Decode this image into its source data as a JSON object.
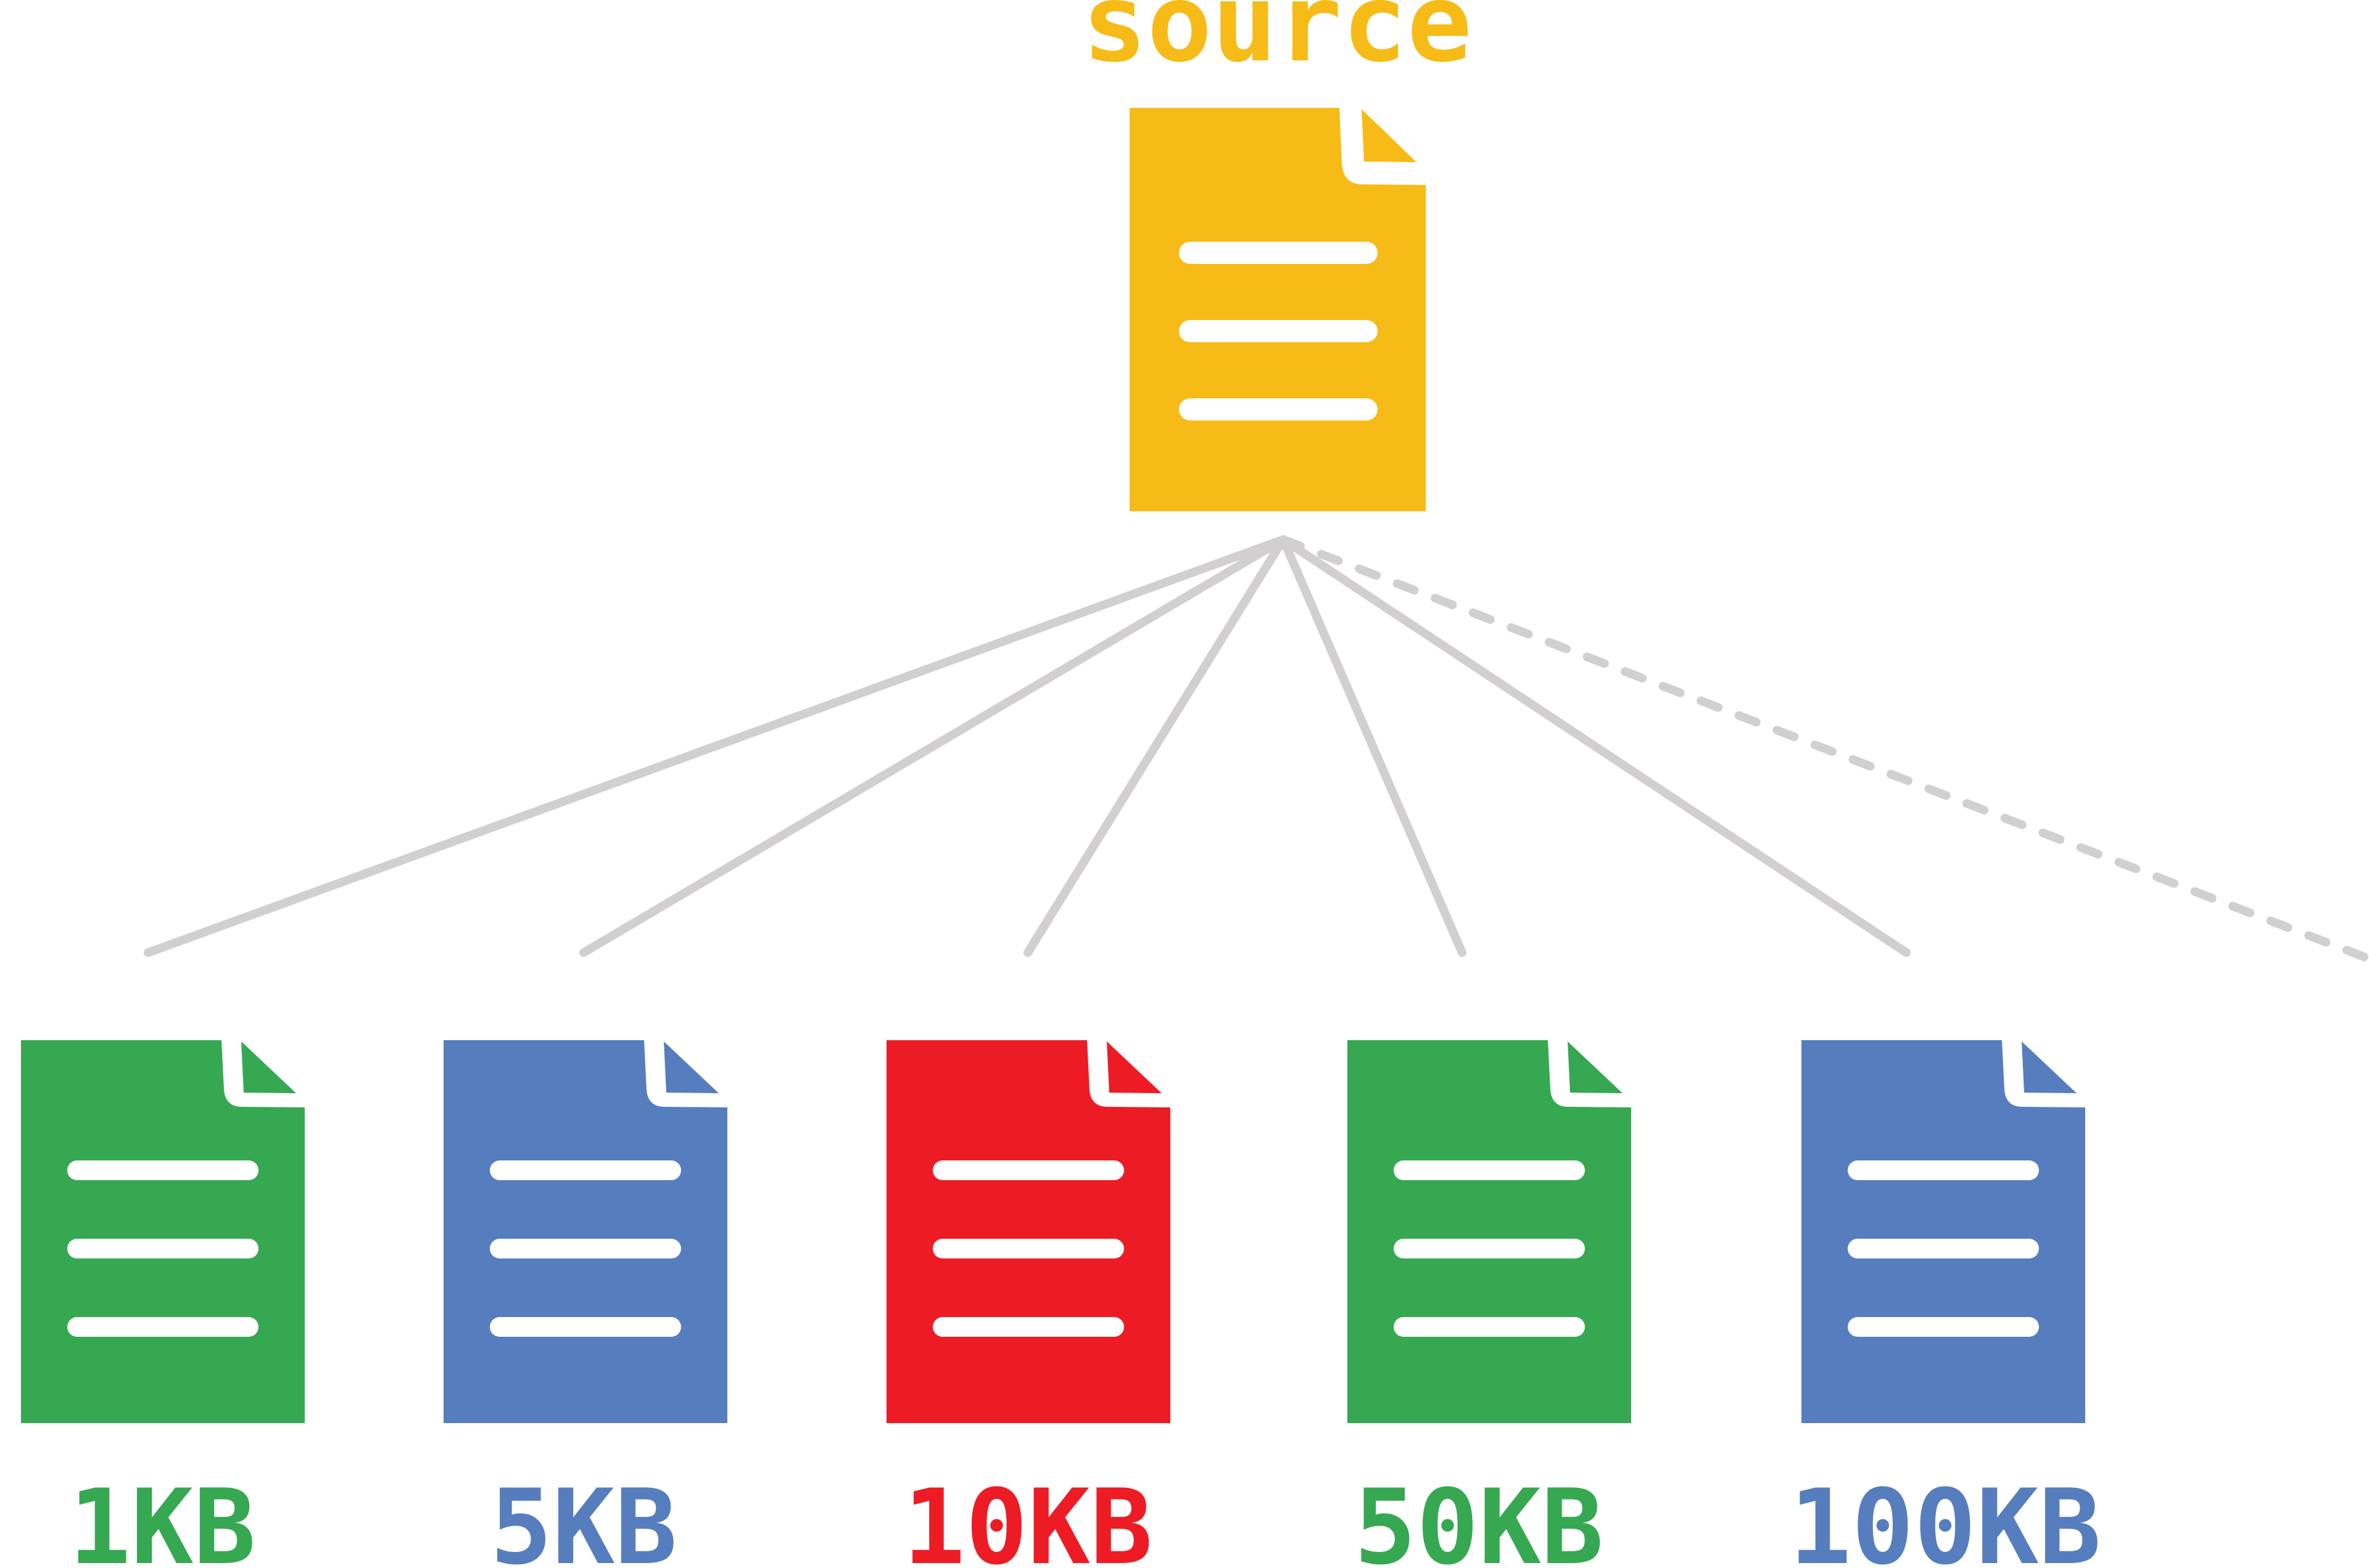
{
  "source": {
    "label": "source",
    "color": "#F6BB17"
  },
  "files": [
    {
      "label": "1KB",
      "color": "#36A851"
    },
    {
      "label": "5KB",
      "color": "#567EBE"
    },
    {
      "label": "10KB",
      "color": "#ED1C24"
    },
    {
      "label": "50KB",
      "color": "#36A851"
    },
    {
      "label": "100KB",
      "color": "#567EBE"
    }
  ],
  "connector_color": "#D1CFCF",
  "icons": {
    "source": "document-icon",
    "file": "document-icon"
  }
}
